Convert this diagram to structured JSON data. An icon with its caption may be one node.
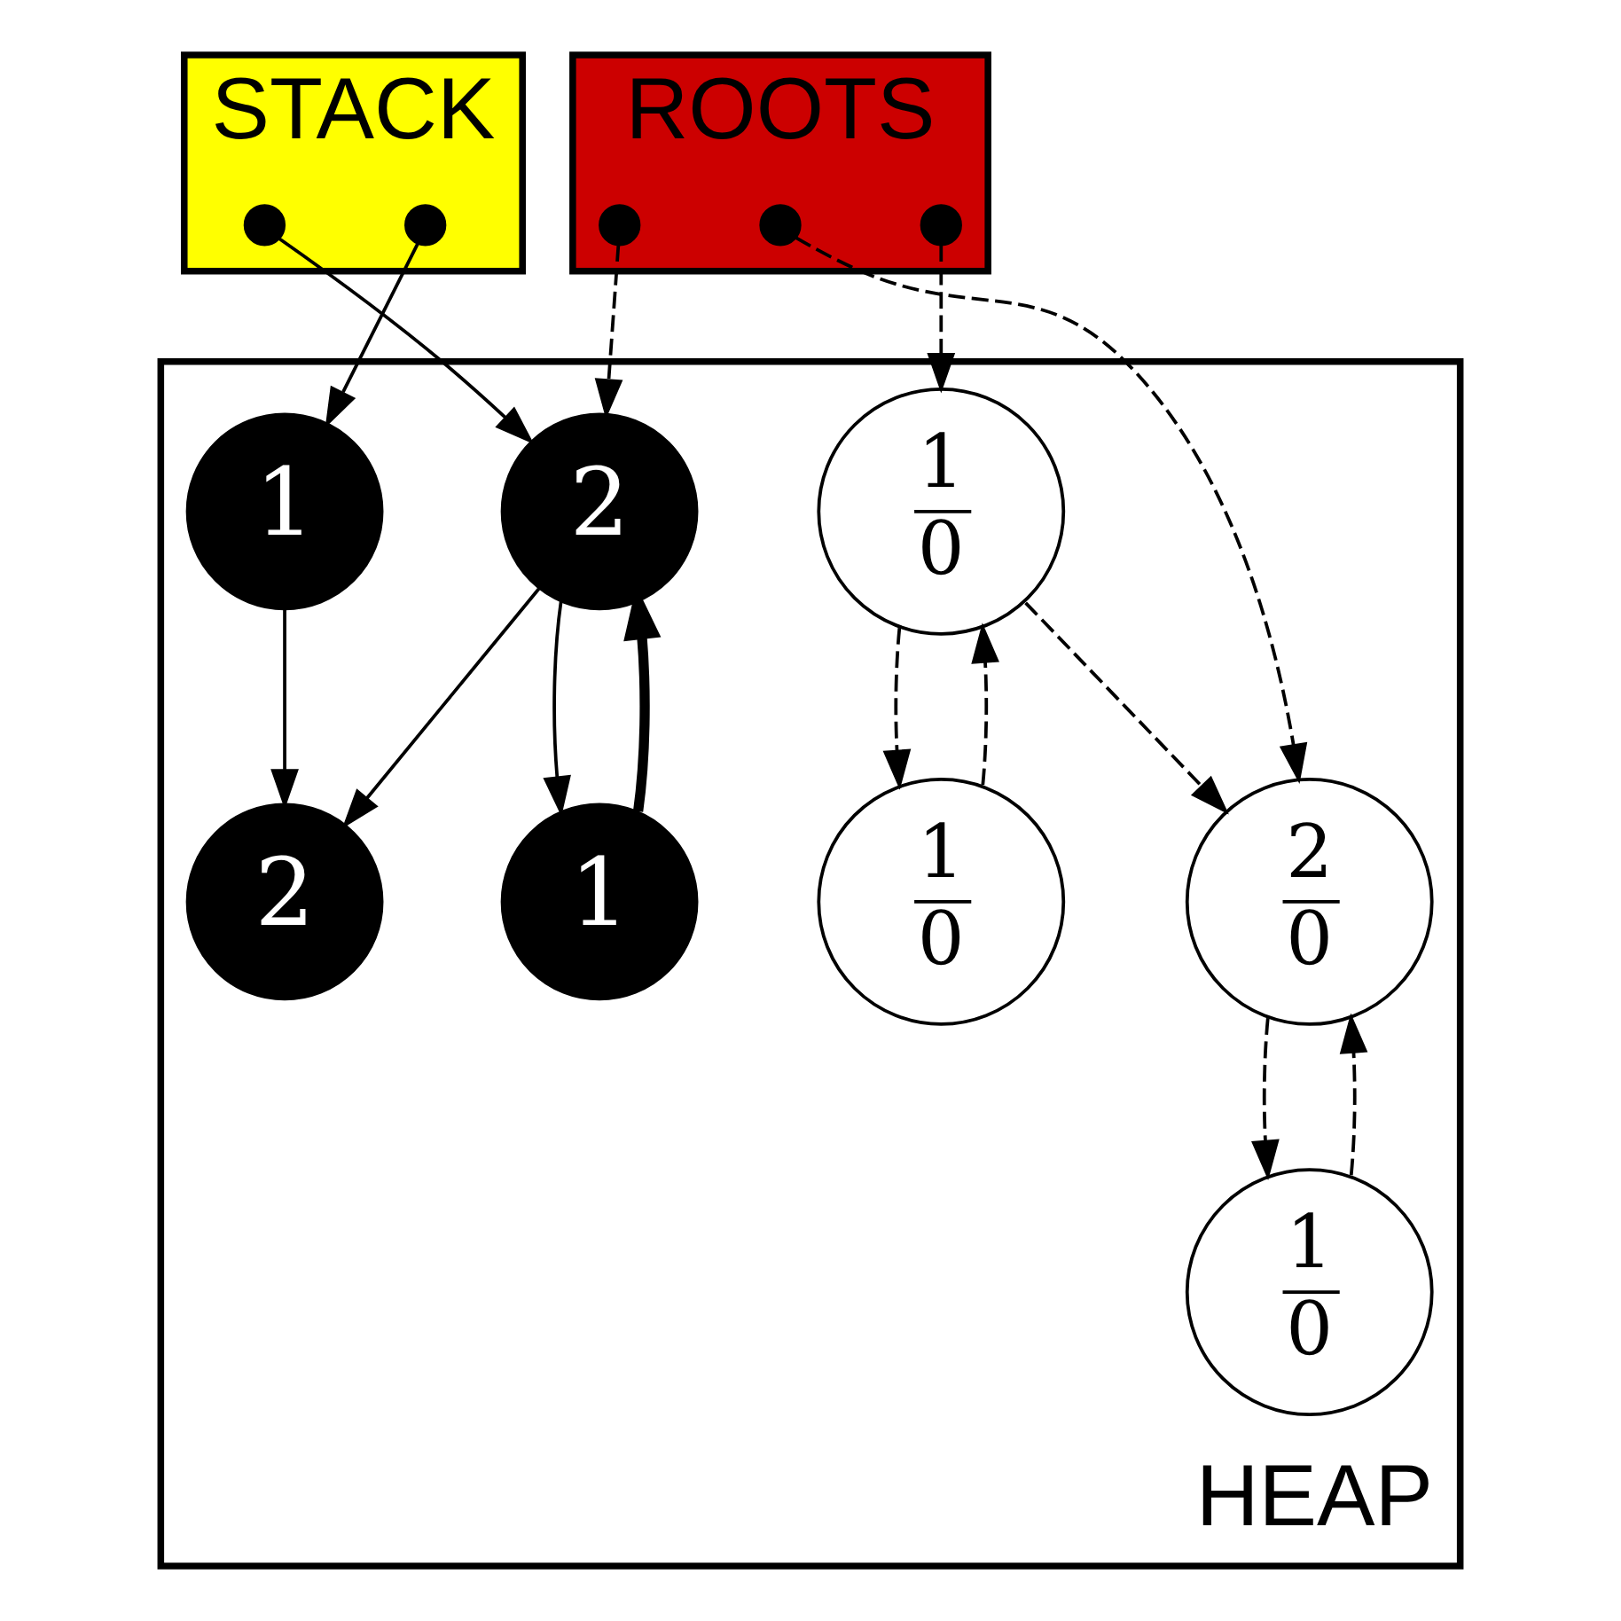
{
  "diagram": {
    "nodes": [
      {
        "text": [
          "STACK"
        ]
      },
      {
        "text": [],
        "shape": "circle",
        "in": 0
      },
      {
        "text": [],
        "shape": "circle",
        "in": 0
      },
      {
        "text": [
          "ROOTS"
        ]
      },
      {
        "text": [],
        "shape": "circle",
        "in": 3
      },
      {
        "text": [],
        "shape": "circle",
        "in": 3
      },
      {
        "text": [],
        "shape": "circle",
        "in": 3
      },
      {
        "text": [
          "HEAP"
        ]
      },
      {
        "text": [
          "2"
        ],
        "in": 7
      },
      {
        "text": [
          "1"
        ],
        "in": 7
      },
      {
        "text": [
          "1"
        ],
        "in": 7
      },
      {
        "text": [
          "2"
        ],
        "in": 7
      },
      {
        "text": [
          "2",
          "0"
        ],
        "in": 7
      },
      {
        "text": [
          "1",
          "0"
        ],
        "in": 7
      },
      {
        "text": [
          "1",
          "0"
        ],
        "in": 7
      },
      {
        "text": [
          "1",
          "0"
        ],
        "in": 7
      }
    ],
    "edges": [
      {
        "from": 1,
        "to": 8,
        "arrow": "to"
      },
      {
        "from": 2,
        "to": 9,
        "arrow": "to"
      },
      {
        "from": 4,
        "to": 8,
        "arrow": "to",
        "style": "dashed"
      },
      {
        "from": 5,
        "to": 12,
        "arrow": "to",
        "style": "dashed"
      },
      {
        "from": 6,
        "to": 13,
        "arrow": "to",
        "style": "dashed"
      },
      {
        "from": 10,
        "to": 8,
        "arrow": "to",
        "style": "thick"
      },
      {
        "from": 8,
        "to": 10,
        "arrow": "to"
      },
      {
        "from": 8,
        "to": 11,
        "arrow": "to"
      },
      {
        "from": 9,
        "to": 11,
        "arrow": "to"
      },
      {
        "from": 13,
        "to": 12,
        "arrow": "to",
        "style": "dashed"
      },
      {
        "from": 14,
        "to": 13,
        "arrow": "to",
        "style": "dashed"
      },
      {
        "from": 13,
        "to": 14,
        "arrow": "to",
        "style": "dashed"
      },
      {
        "from": 15,
        "to": 12,
        "arrow": "to",
        "style": "dashed"
      },
      {
        "from": 12,
        "to": 15,
        "arrow": "to",
        "style": "dashed"
      }
    ]
  }
}
